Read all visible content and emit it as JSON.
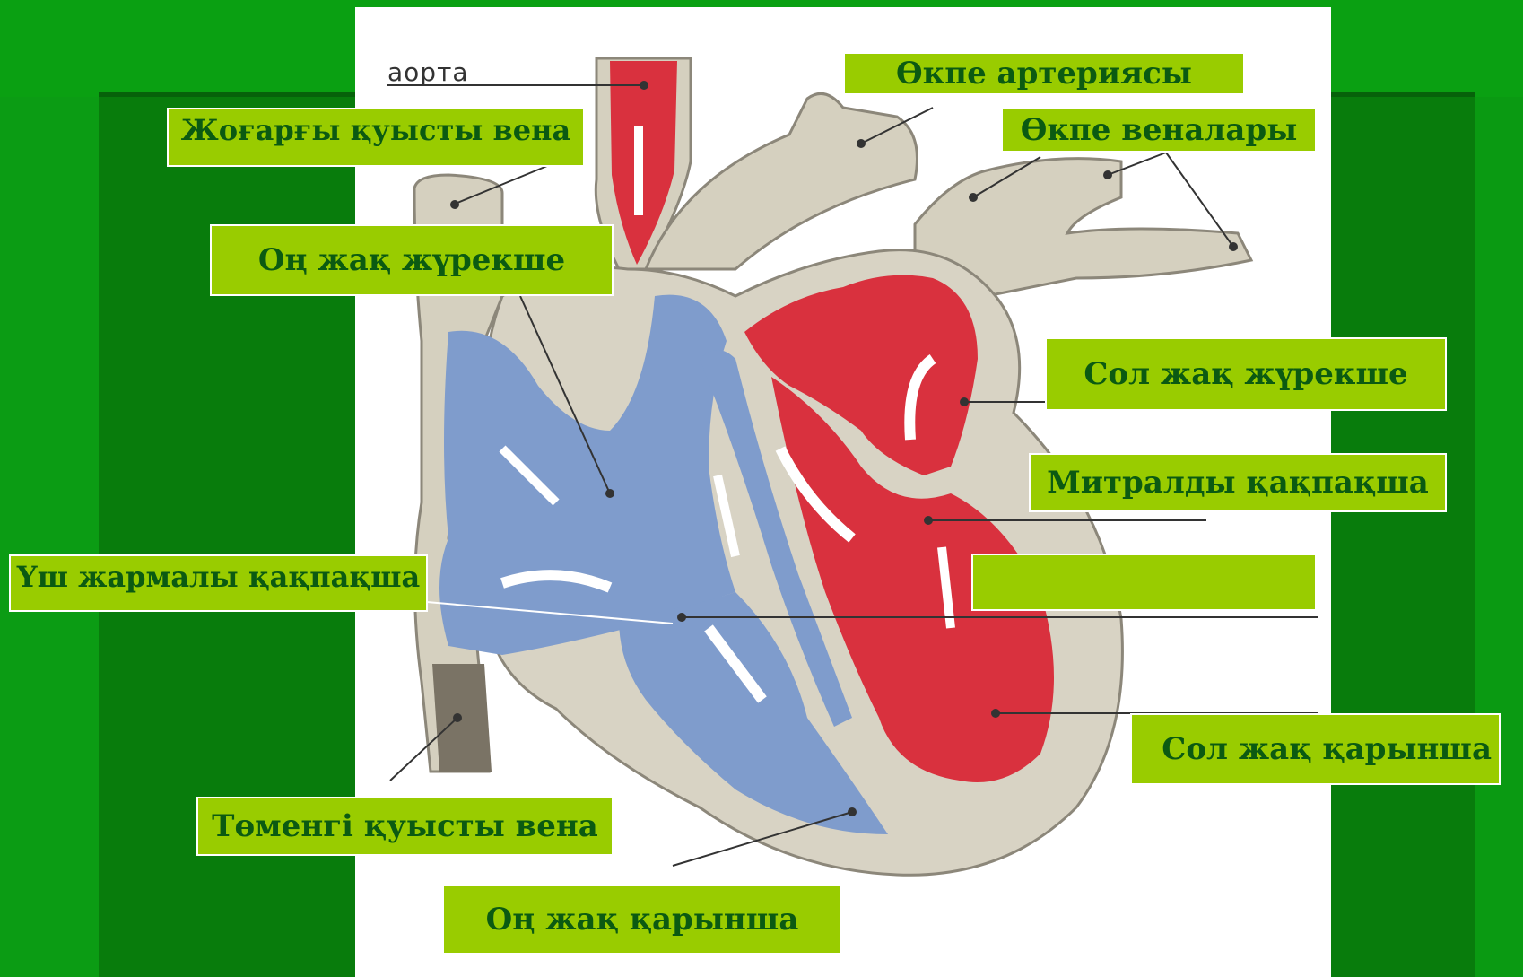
{
  "labels": {
    "aorta": "аорта",
    "pulmonary_artery": "Өкпе артериясы",
    "superior_vena_cava": "Жоғарғы қуысты вена",
    "pulmonary_veins": "Өкпе веналары",
    "right_atrium": "Оң жақ жүрекше",
    "left_atrium": "Сол жақ жүрекше",
    "mitral_valve": "Митралды қақпақша",
    "tricuspid_valve": "Үш жармалы қақпақша",
    "empty_label": "",
    "left_ventricle": "Сол жақ қарынша",
    "inferior_vena_cava": "Төменгі қуысты вена",
    "right_ventricle": "Оң жақ қарынша"
  },
  "colors": {
    "background_green": "#0a9a12",
    "label_fill": "#99cc00",
    "label_text": "#0b5a12",
    "oxygen_rich_blood": "#d9313e",
    "oxygen_poor_blood": "#7f9ccc",
    "heart_wall": "#d8d3c4"
  }
}
